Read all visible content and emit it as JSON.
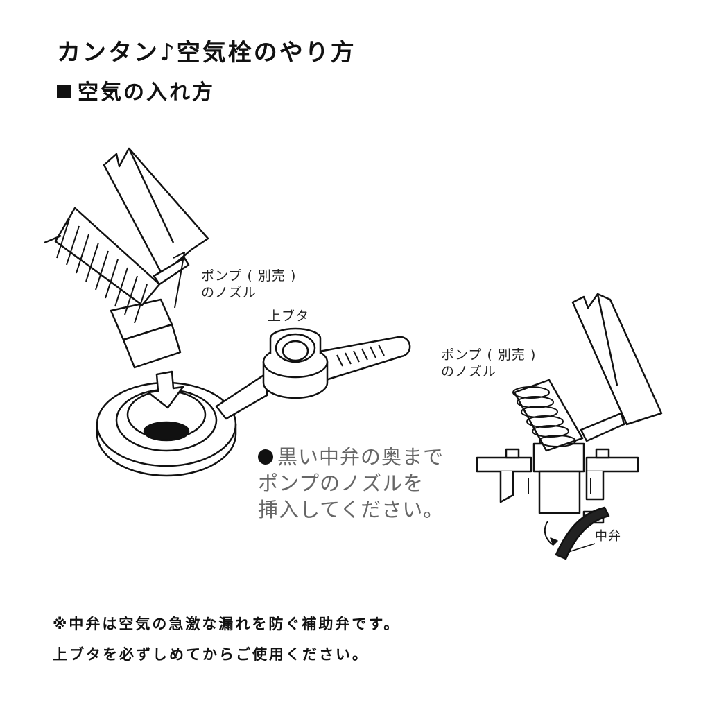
{
  "title": "カンタン♪空気栓のやり方",
  "subtitle": "空気の入れ方",
  "labels": {
    "nozzle_left_line1": "ポンプ ( 別売 )",
    "nozzle_left_line2": "のノズル",
    "cap": "上ブタ",
    "nozzle_right_line1": "ポンプ ( 別売 )",
    "nozzle_right_line2": "のノズル",
    "middle_valve": "中弁"
  },
  "instruction": {
    "line1": "黒い中弁の奥まで",
    "line2": "ポンプのノズルを",
    "line3": "挿入してください。"
  },
  "notes": {
    "line1": "※中弁は空気の急激な漏れを防ぐ補助弁です。",
    "line2": "上ブタを必ずしめてからご使用ください。"
  }
}
